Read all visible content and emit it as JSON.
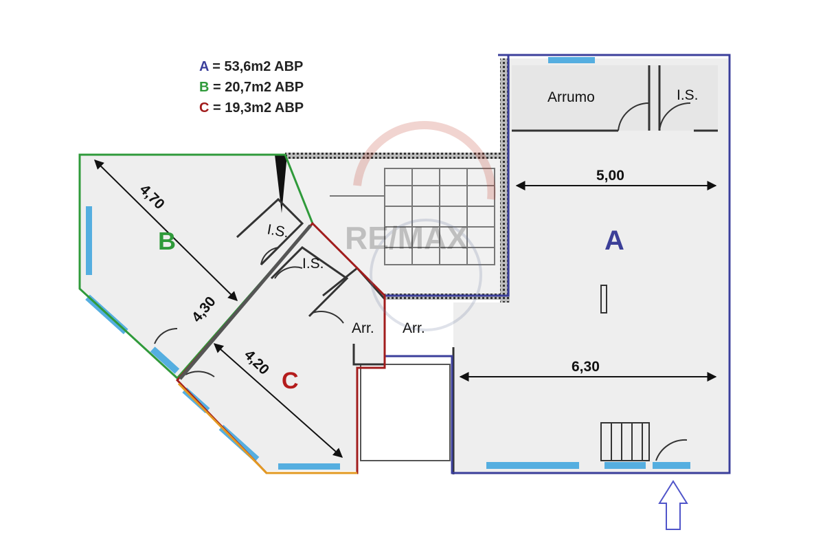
{
  "legend": {
    "a_key": "A",
    "a_text": " = 53,6m2 ABP",
    "b_key": "B",
    "b_text": " = 20,7m2 ABP",
    "c_key": "C",
    "c_text": " = 19,3m2 ABP"
  },
  "rooms": {
    "a": "A",
    "b": "B",
    "c": "C",
    "arrumo": "Arrumo",
    "is_a": "I.S.",
    "is_b": "I.S.",
    "is_c": "I.S.",
    "arr_1": "Arr.",
    "arr_2": "Arr."
  },
  "dimensions": {
    "a_width_top": "5,00",
    "a_width_bottom": "6,30",
    "b_diagonal": "4,70",
    "b_depth": "4,30",
    "c_diagonal": "4,20"
  },
  "watermark": "RE/MAX",
  "colors": {
    "zone_a": "#3b3f9b",
    "zone_b": "#2f9a3a",
    "zone_c": "#a11c1c",
    "window": "#55aee0",
    "floor": "#eeeeee",
    "entrance_arrow": "#4f54c9"
  }
}
